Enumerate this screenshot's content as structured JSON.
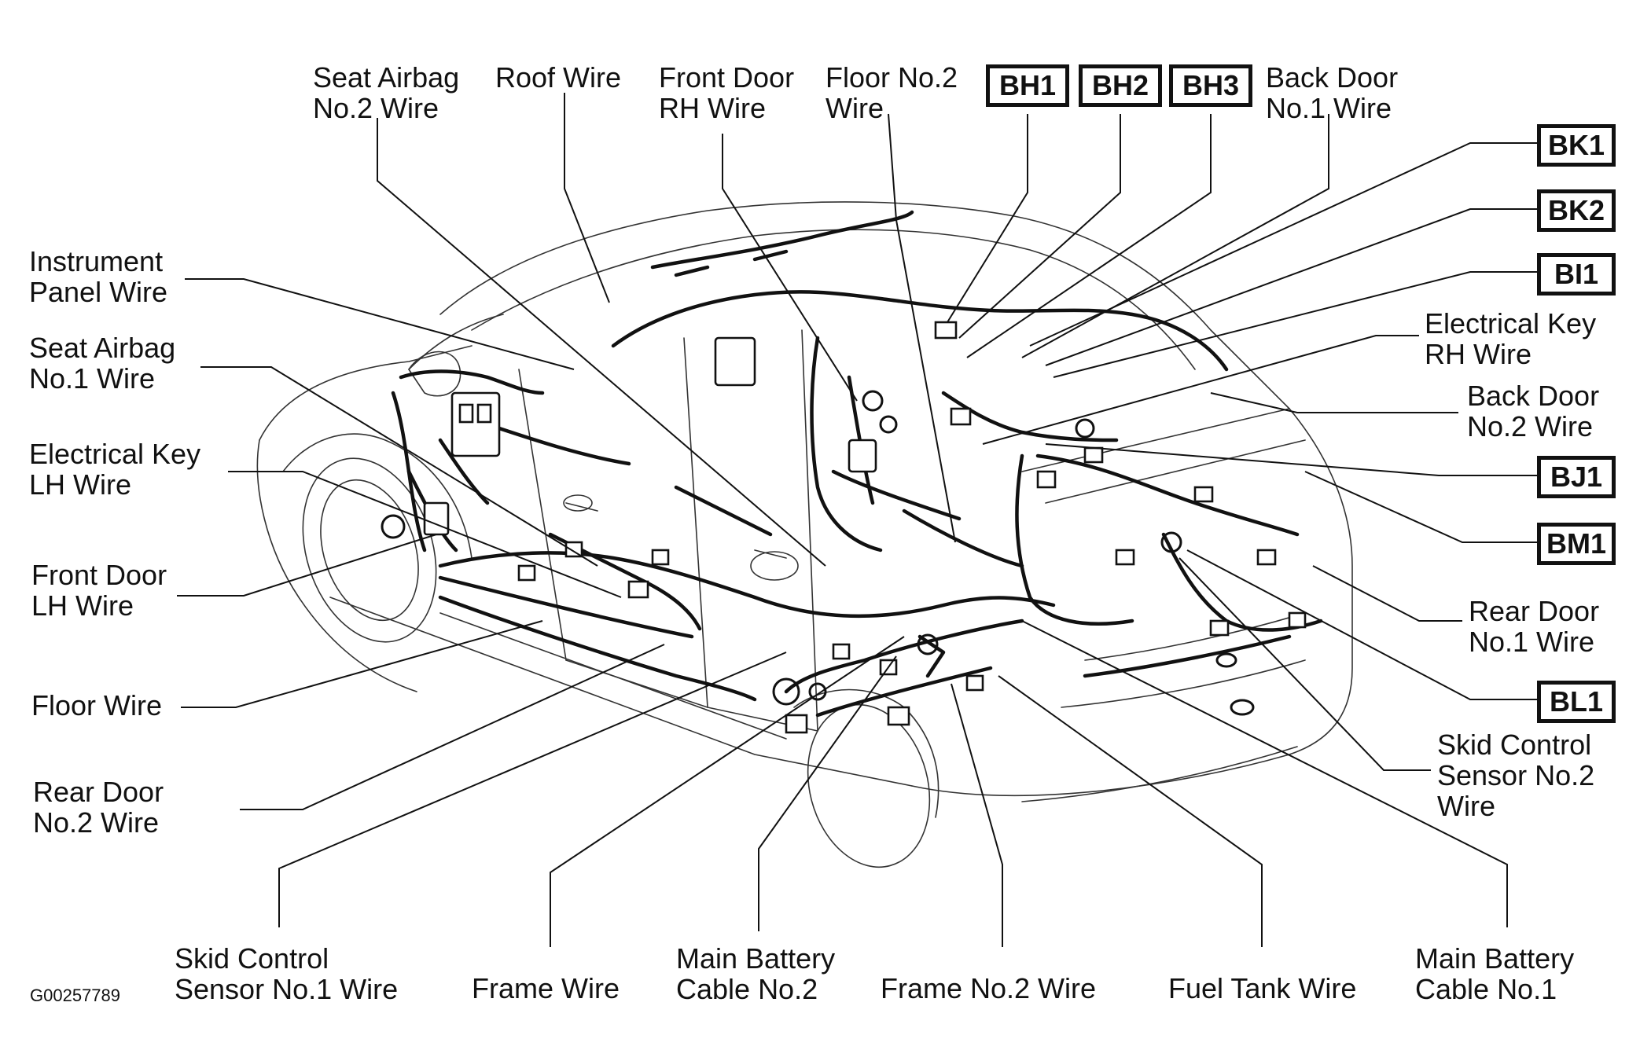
{
  "labels": {
    "seat_airbag_2": [
      "Seat Airbag",
      "No.2 Wire"
    ],
    "roof_wire": [
      "Roof Wire"
    ],
    "front_door_rh": [
      "Front Door",
      "RH Wire"
    ],
    "floor_no2": [
      "Floor No.2",
      "Wire"
    ],
    "back_door_1": [
      "Back Door",
      "No.1 Wire"
    ],
    "instrument_panel": [
      "Instrument",
      "Panel Wire"
    ],
    "seat_airbag_1": [
      "Seat Airbag",
      "No.1 Wire"
    ],
    "electrical_key_lh": [
      "Electrical Key",
      "LH Wire"
    ],
    "front_door_lh": [
      "Front Door",
      "LH Wire"
    ],
    "floor_wire": [
      "Floor Wire"
    ],
    "rear_door_2": [
      "Rear Door",
      "No.2 Wire"
    ],
    "electrical_key_rh": [
      "Electrical Key",
      "RH Wire"
    ],
    "back_door_2": [
      "Back Door",
      "No.2 Wire"
    ],
    "rear_door_1": [
      "Rear Door",
      "No.1 Wire"
    ],
    "skid_sensor_2": [
      "Skid Control",
      "Sensor No.2",
      "Wire"
    ],
    "skid_sensor_1": [
      "Skid Control",
      "Sensor No.1 Wire"
    ],
    "frame_wire": [
      "Frame Wire"
    ],
    "main_battery_2": [
      "Main Battery",
      "Cable No.2"
    ],
    "frame_no2": [
      "Frame No.2 Wire"
    ],
    "fuel_tank": [
      "Fuel Tank Wire"
    ],
    "main_battery_1": [
      "Main Battery",
      "Cable No.1"
    ]
  },
  "connectors": {
    "bh1": "BH1",
    "bh2": "BH2",
    "bh3": "BH3",
    "bk1": "BK1",
    "bk2": "BK2",
    "bi1": "BI1",
    "bj1": "BJ1",
    "bm1": "BM1",
    "bl1": "BL1"
  },
  "figure_code": "G00257789",
  "colors": {
    "ink": "#111111",
    "background": "#ffffff"
  }
}
